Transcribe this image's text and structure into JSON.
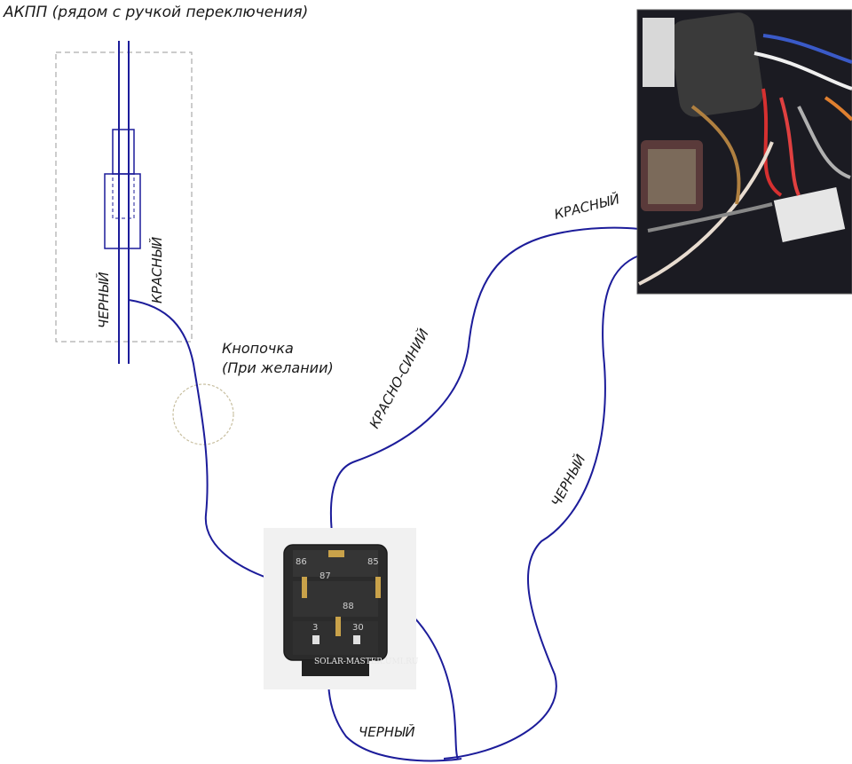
{
  "diagram": {
    "title": "АКПП (рядом с ручкой переключения)",
    "labels": {
      "black_left": "ЧЕРНЫЙ",
      "red_left": "КРАСНЫЙ",
      "button": "Кнопочка",
      "button_note": "(При желании)",
      "red_blue": "КРАСНО-СИНИЙ",
      "red_top": "КРАСНЫЙ",
      "black_right": "ЧЕРНЫЙ",
      "black_bottom": "ЧЕРНЫЙ"
    },
    "relay": {
      "pins": [
        "86",
        "87",
        "85",
        "88",
        "3",
        "30"
      ],
      "watermark": "SOLAR-MASTER.UMI.RU"
    },
    "colors": {
      "wire": "#1c1c9a",
      "relay_body": "#2b2b2b",
      "pin": "#c9a24a",
      "dashed": "#9a9a9a"
    }
  }
}
